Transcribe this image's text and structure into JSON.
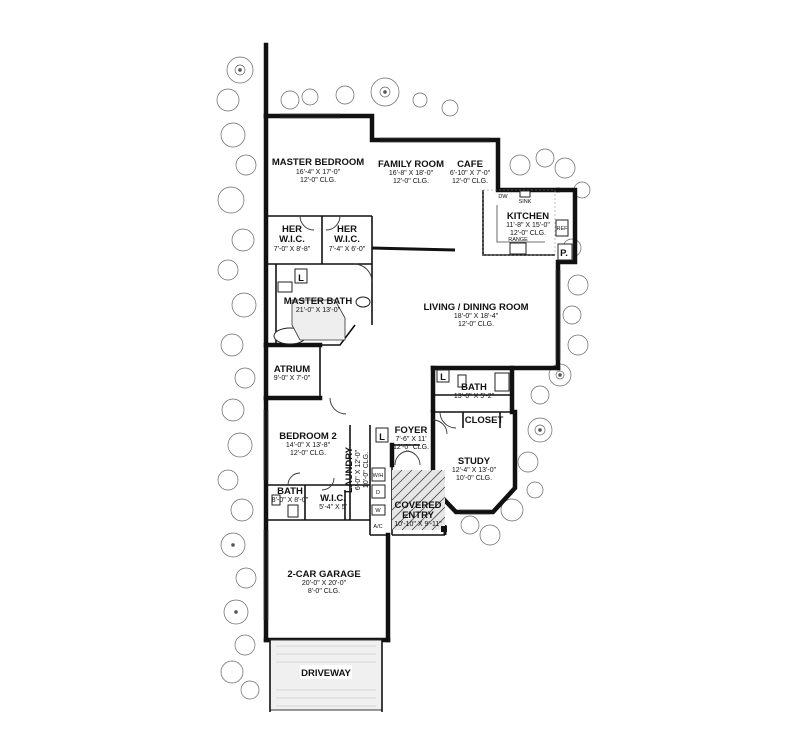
{
  "rooms": {
    "master_bedroom": {
      "name": "MASTER BEDROOM",
      "size": "16'-4\" X 17'-0\"",
      "clg": "12'-0\" CLG."
    },
    "family_room": {
      "name": "FAMILY ROOM",
      "size": "16'-8\" X 18'-0\"",
      "clg": "12'-0\" CLG."
    },
    "cafe": {
      "name": "CAFE",
      "size": "6'-10\" X 7'-0\"",
      "clg": "12'-0\" CLG."
    },
    "kitchen": {
      "name": "KITCHEN",
      "size": "11'-8\" X 15'-0\"",
      "clg": "12'-0\" CLG."
    },
    "her_wic_1": {
      "name1": "HER",
      "name2": "W.I.C.",
      "size": "7'-0\" X 8'-8\""
    },
    "her_wic_2": {
      "name1": "HER",
      "name2": "W.I.C.",
      "size": "7'-4\" X 6'-0\""
    },
    "master_bath": {
      "name": "MASTER BATH",
      "size": "21'-0\" X 13'-0\""
    },
    "living_dining": {
      "name": "LIVING / DINING ROOM",
      "size": "18'-0\" X 18'-4\"",
      "clg": "12'-0\" CLG."
    },
    "atrium": {
      "name": "ATRIUM",
      "size": "9'-0\" X 7'-0\""
    },
    "bath_upper": {
      "name": "BATH",
      "size": "13'-0\" X 5'-2\""
    },
    "closet": {
      "name": "CLOSET"
    },
    "bedroom2": {
      "name": "BEDROOM 2",
      "size": "14'-0\" X 13'-8\"",
      "clg": "12'-0\" CLG."
    },
    "foyer": {
      "name": "FOYER",
      "size": "7'-6\" X 11'",
      "clg": "12'-0\" CLG."
    },
    "laundry": {
      "name": "LAUNDRY",
      "size": "6'-0\" X 12'-0\"",
      "clg": "10'-0\" CLG."
    },
    "study": {
      "name": "STUDY",
      "size": "12'-4\" X 13'-0\"",
      "clg": "10'-0\" CLG."
    },
    "bath_lower": {
      "name": "BATH",
      "size": "8'-0\" X 8'-0\""
    },
    "wic_lower": {
      "name": "W.I.C.",
      "size": "5'-4\" X 5'"
    },
    "covered_entry": {
      "name1": "COVERED",
      "name2": "ENTRY",
      "size": "10'-10\" X 9'-11\""
    },
    "garage": {
      "name": "2-CAR GARAGE",
      "size": "20'-0\" X 20'-0\"",
      "clg": "8'-0\" CLG."
    },
    "driveway": {
      "name": "DRIVEWAY"
    }
  },
  "markers": {
    "linen": "L",
    "pantry": "P.",
    "dw": "DW",
    "sink": "SINK",
    "range": "RANGE",
    "ref": "REF",
    "wh": "W/H",
    "dryer": "D",
    "washer": "W",
    "ahu": "A/C"
  }
}
